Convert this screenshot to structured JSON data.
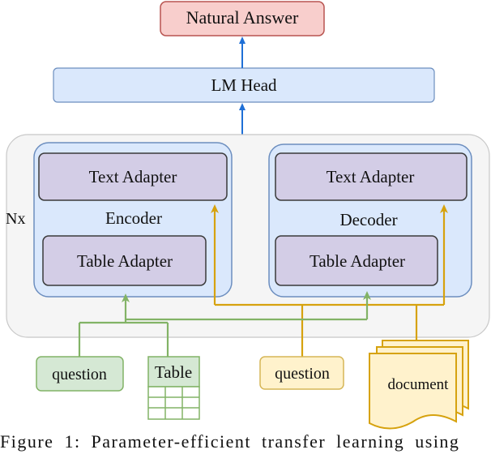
{
  "output": {
    "label": "Natural Answer"
  },
  "lm_head": {
    "label": "LM Head"
  },
  "repeat_label": "Nx",
  "encoder": {
    "label": "Encoder",
    "text_adapter": "Text Adapter",
    "table_adapter": "Table  Adapter"
  },
  "decoder": {
    "label": "Decoder",
    "text_adapter": "Text Adapter",
    "table_adapter": "Table  Adapter"
  },
  "inputs": {
    "question_left": "question",
    "table": "Table",
    "question_right": "question",
    "document": "document"
  },
  "caption": "Figure 1: Parameter-efficient transfer learning using",
  "colors": {
    "green": "#82b366",
    "orange": "#d6a20e",
    "blue_arrow": "#1f6fd6",
    "adapter_fill": "#d3cde6",
    "block_fill": "#dae8fc",
    "outer_fill": "#f5f5f5",
    "answer_fill": "#f8cecc",
    "answer_border": "#b85450"
  }
}
